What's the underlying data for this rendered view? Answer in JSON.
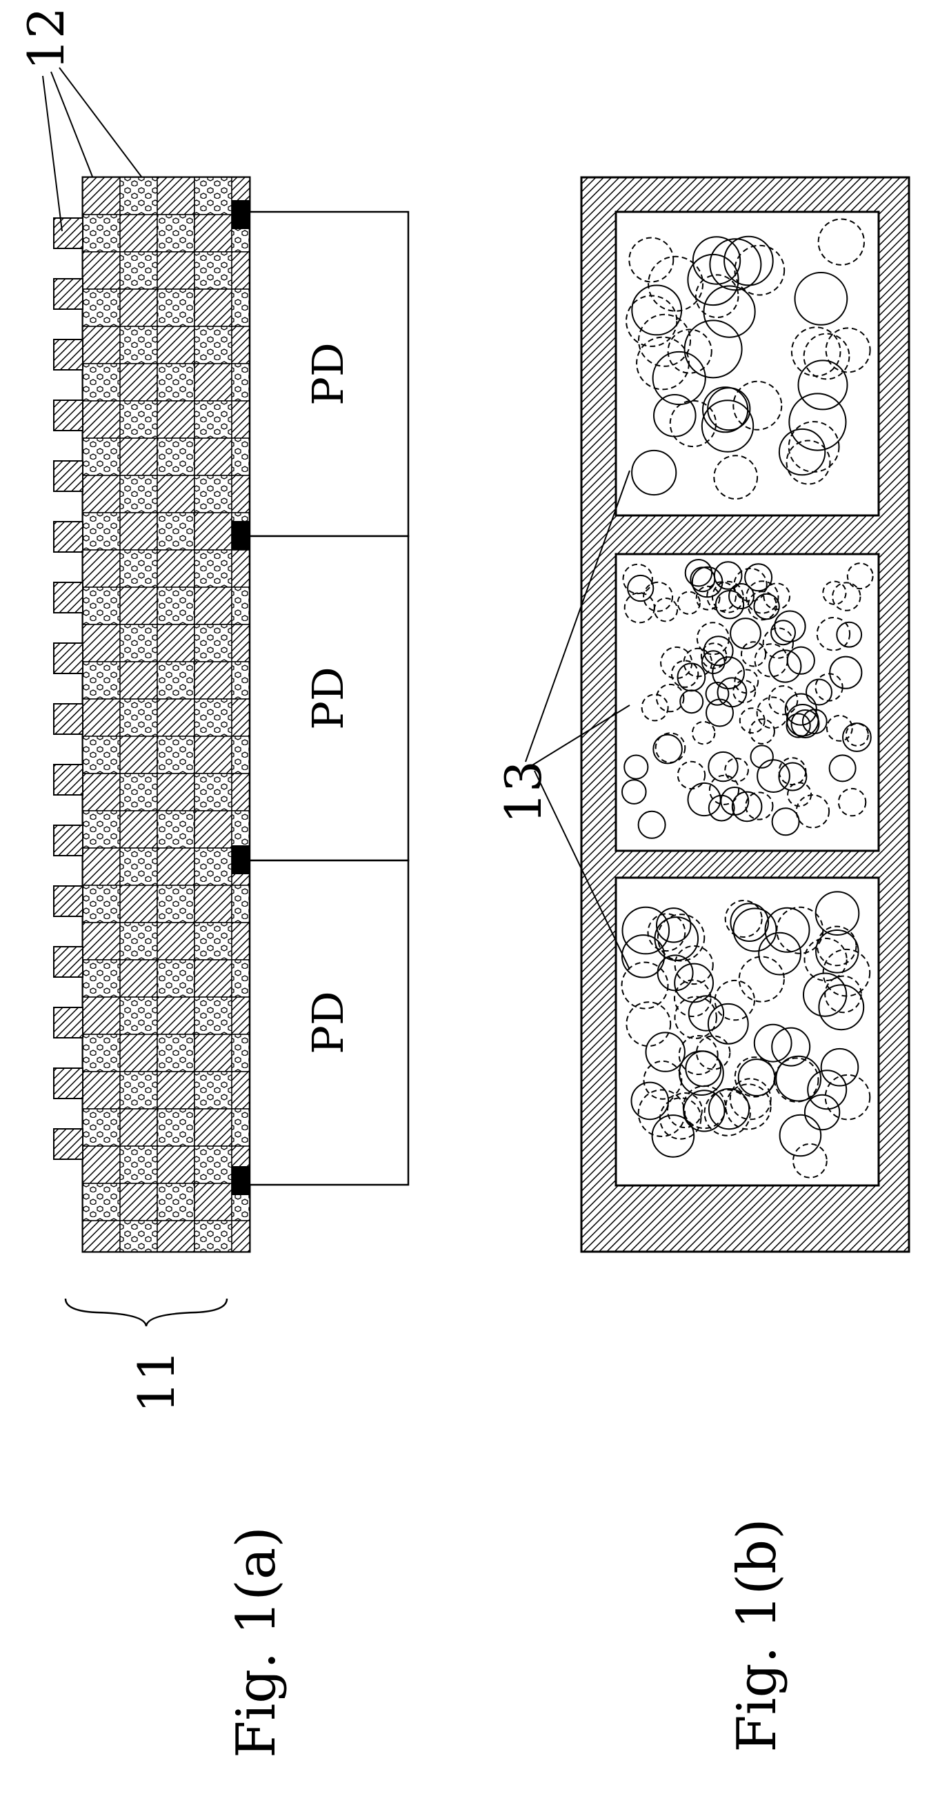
{
  "figures": [
    {
      "caption": "Fig. 1(a)",
      "labels": {
        "filter_array": "11",
        "grating": "12"
      },
      "photodiodes": [
        "PD",
        "PD",
        "PD"
      ]
    },
    {
      "caption": "Fig. 1(b)",
      "labels": {
        "particles": "13"
      }
    }
  ],
  "colors": {
    "ink": "#000000",
    "paper": "#ffffff"
  },
  "patterns": [
    "diagonal-hatch",
    "hexagon-dots",
    "solid-circles",
    "dashed-circles"
  ]
}
